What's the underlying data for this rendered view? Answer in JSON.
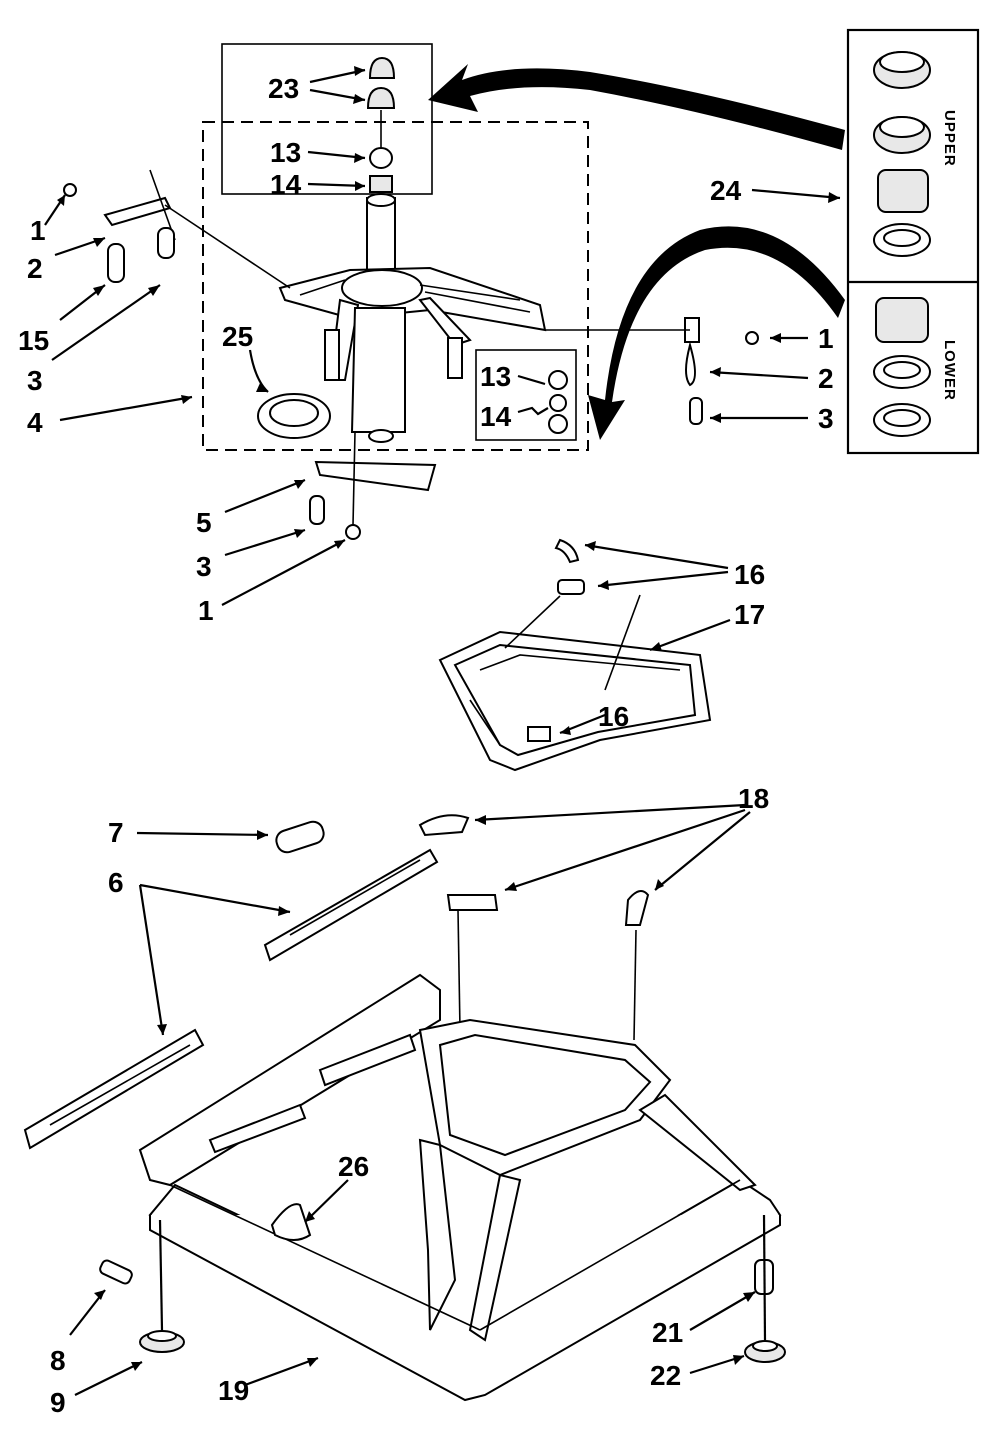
{
  "header_fragment": "",
  "callouts": [
    {
      "id": "c23",
      "text": "23"
    },
    {
      "id": "c13a",
      "text": "13"
    },
    {
      "id": "c14a",
      "text": "14"
    },
    {
      "id": "c24",
      "text": "24"
    },
    {
      "id": "c1a",
      "text": "1"
    },
    {
      "id": "c2a",
      "text": "2"
    },
    {
      "id": "c15",
      "text": "15"
    },
    {
      "id": "c3a",
      "text": "3"
    },
    {
      "id": "c25",
      "text": "25"
    },
    {
      "id": "c4",
      "text": "4"
    },
    {
      "id": "c13b",
      "text": "13"
    },
    {
      "id": "c14b",
      "text": "14"
    },
    {
      "id": "c1b",
      "text": "1"
    },
    {
      "id": "c2b",
      "text": "2"
    },
    {
      "id": "c3b",
      "text": "3"
    },
    {
      "id": "c5",
      "text": "5"
    },
    {
      "id": "c3c",
      "text": "3"
    },
    {
      "id": "c1c",
      "text": "1"
    },
    {
      "id": "c16a",
      "text": "16"
    },
    {
      "id": "c17",
      "text": "17"
    },
    {
      "id": "c16b",
      "text": "16"
    },
    {
      "id": "c18",
      "text": "18"
    },
    {
      "id": "c7",
      "text": "7"
    },
    {
      "id": "c6",
      "text": "6"
    },
    {
      "id": "c26",
      "text": "26"
    },
    {
      "id": "c21",
      "text": "21"
    },
    {
      "id": "c8",
      "text": "8"
    },
    {
      "id": "c9",
      "text": "9"
    },
    {
      "id": "c19",
      "text": "19"
    },
    {
      "id": "c22",
      "text": "22"
    }
  ],
  "kit_labels": {
    "upper": "UPPER",
    "lower": "LOWER"
  }
}
